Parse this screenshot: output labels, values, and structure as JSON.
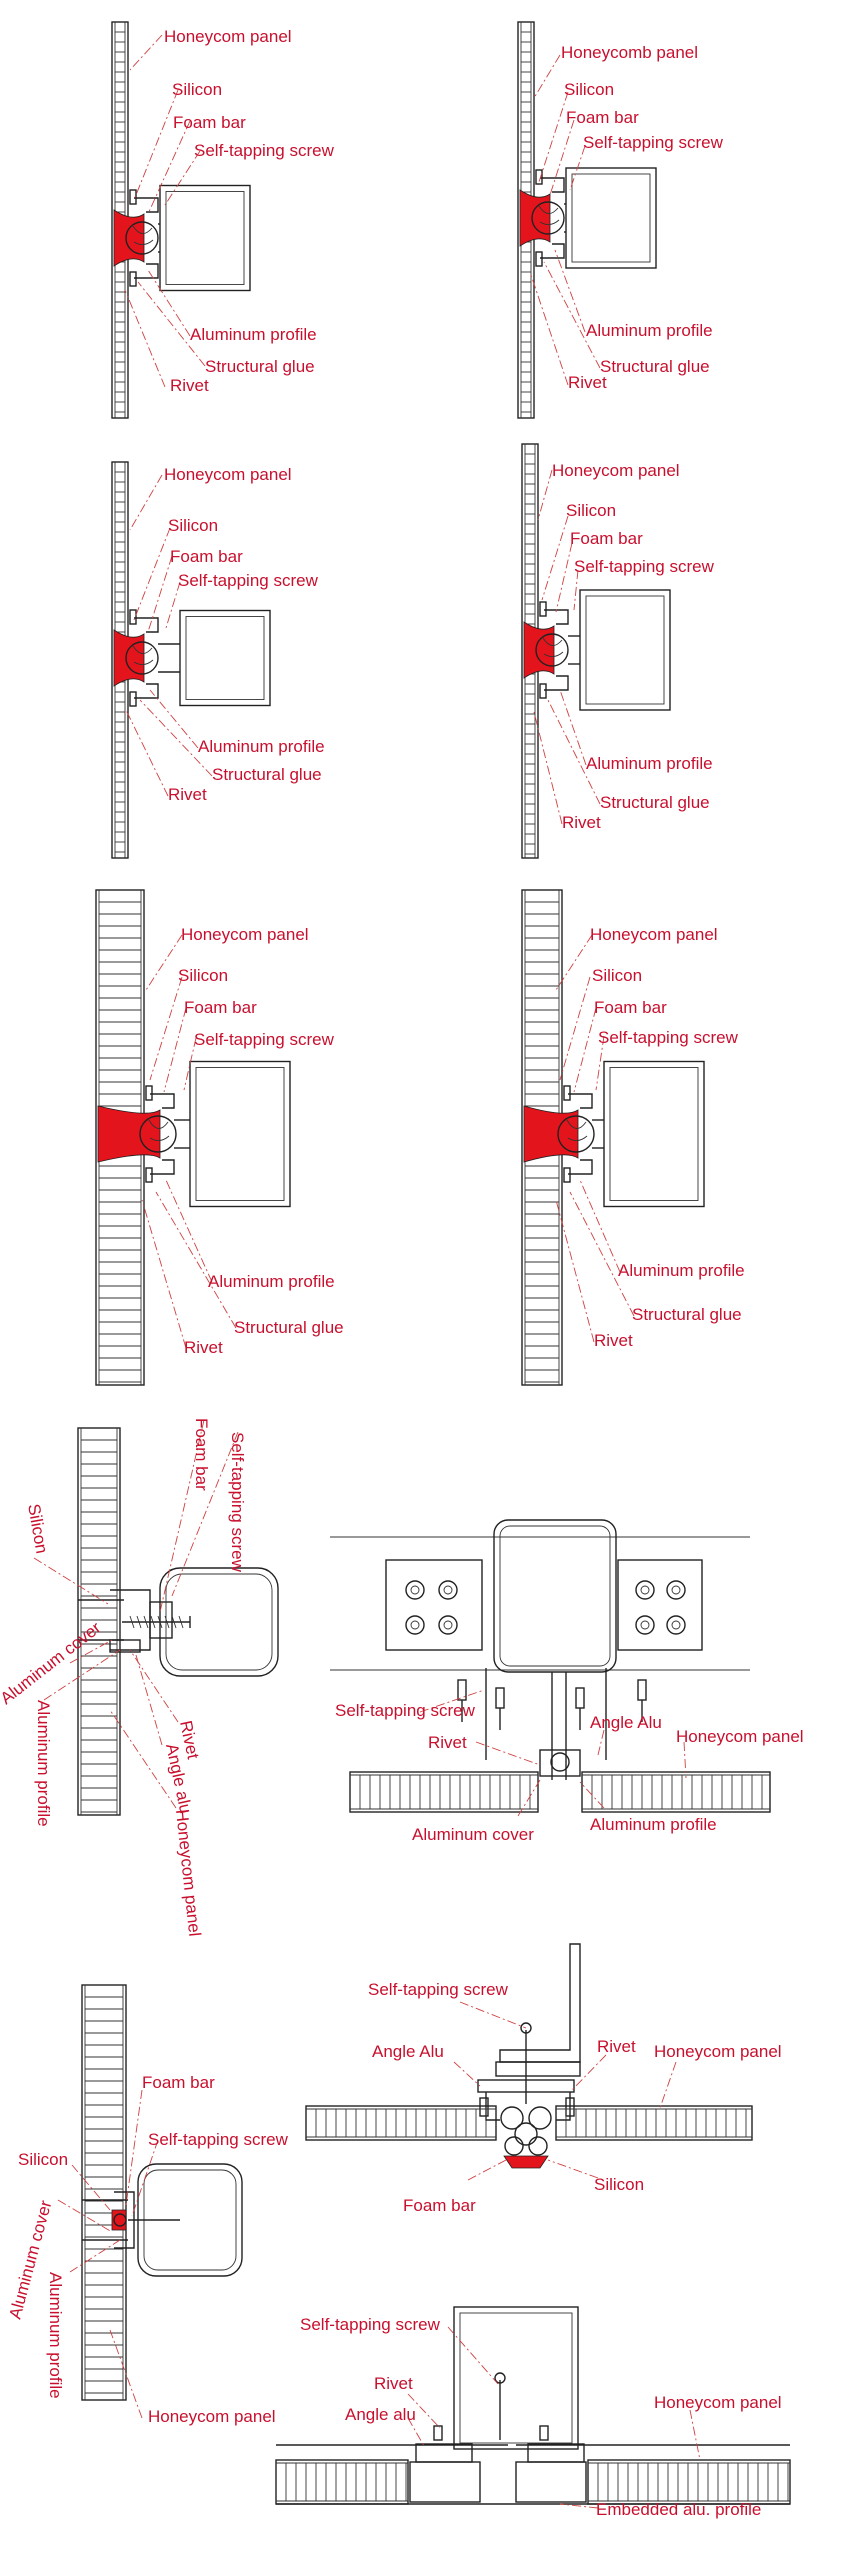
{
  "diagram": {
    "labels": {
      "honeycom_panel": "Honeycom panel",
      "honeycomb_panel": "Honeycomb panel",
      "silicon": "Silicon",
      "foam_bar": "Foam bar",
      "self_tapping_screw": "Self-tapping screw",
      "aluminum_profile": "Aluminum profile",
      "structural_glue": "Structural glue",
      "rivet": "Rivet",
      "aluminum_cover": "Aluminum cover",
      "angle_alu": "Angle alu",
      "angle_alu_cap": "Angle Alu",
      "embedded_alu_profile": "Embedded alu. profile"
    },
    "colors": {
      "label": "#c8102e",
      "sealant": "#e3141b",
      "line": "#222222"
    }
  }
}
